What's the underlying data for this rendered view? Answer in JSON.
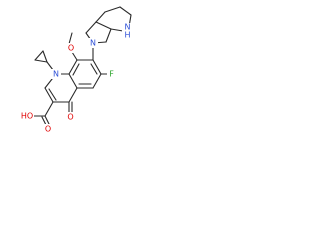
{
  "molecule": {
    "colors": {
      "bond": "#2a2a2a",
      "carbon": "#2a2a2a",
      "oxygen": "#e00000",
      "nitrogen": "#2c4fd6",
      "fluorine": "#2ea52e",
      "background": "#ffffff"
    },
    "labels": {
      "quinolone_n": "N",
      "pyrrolidine_n": "N",
      "piperidine_nh": "N\nH",
      "methoxy_o": "O",
      "fluoro_f": "F",
      "acid_ho": "HO",
      "acid_o": "O",
      "keto_o": "O"
    }
  }
}
